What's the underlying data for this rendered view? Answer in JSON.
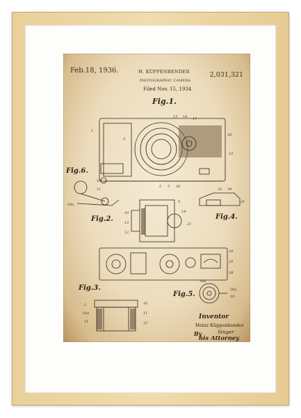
{
  "document": {
    "date": "Feb.18, 1936.",
    "patent_number": "2,031,321",
    "inventor_name": "H. KÜPPENBENDER",
    "title": "PHOTOGRAPHIC CAMERA",
    "filed": "Filed Nov. 15, 1934",
    "figures": {
      "fig1": "Fig.1.",
      "fig2": "Fig.2.",
      "fig3": "Fig.3.",
      "fig4": "Fig.4.",
      "fig5": "Fig.5.",
      "fig6": "Fig.6."
    },
    "signature": {
      "inventor_label": "Inventor",
      "inventor_full": "Heinz Küppenbender",
      "by": "By",
      "attorney_sign": "Singer",
      "attorney_label": "his Attorney"
    }
  },
  "colors": {
    "frame": "#ecd4a2",
    "mat": "#fdfdfb",
    "paper": "#f0e2c6",
    "ink": "#2f2519"
  }
}
